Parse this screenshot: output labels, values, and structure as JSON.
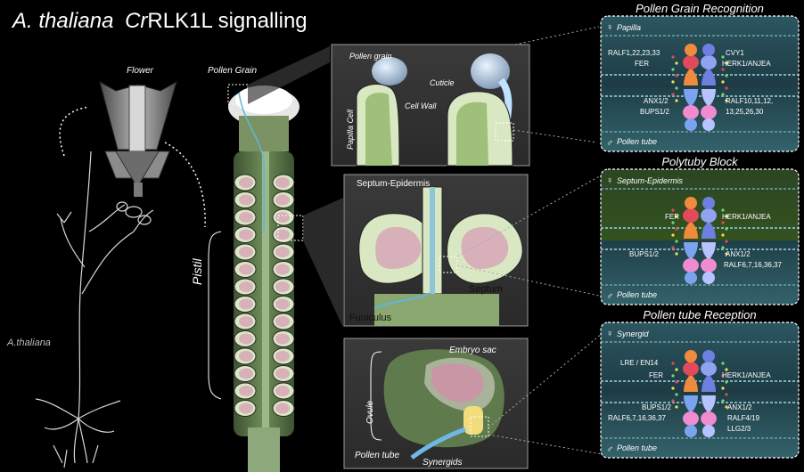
{
  "title": {
    "species": "A. thaliana",
    "prefix": "Cr",
    "suffix": "RLK1L signalling"
  },
  "plant": {
    "flower_label": "Flower",
    "pistil_label": "Pistil",
    "species_label": "A.thaliana",
    "pollen_grain_label": "Pollen Grain"
  },
  "zoom_papilla": {
    "pollen_grain": "Pollen grain",
    "papilla_cell": "Papilla Cell",
    "cuticle": "Cuticle",
    "cell_wall": "Cell Wall"
  },
  "zoom_septum": {
    "septum_epidermis": "Septum-Epidermis",
    "septum": "Septum",
    "funiculus": "Funiculus"
  },
  "zoom_ovule": {
    "ovule": "Ovule",
    "embryo_sac": "Embryo sac",
    "pollen_tube": "Pollen tube",
    "synergids": "Synergids"
  },
  "panels": [
    {
      "title": "Pollen Grain Recognition",
      "top_cell": "Papilla",
      "top_symbol": "♀",
      "labels_top_left": "RALF1,22,23,33",
      "labels_top_left2": "FER",
      "labels_top_right": "CVY1",
      "labels_top_right2": "HERK1/ANJEA",
      "labels_bot_left": "ANX1/2",
      "labels_bot_left2": "BUPS1/2",
      "labels_bot_right": "RALF10,11,12,",
      "labels_bot_right2": "13,25,26,30",
      "bottom_cell": "Pollen tube",
      "bottom_symbol": "♂"
    },
    {
      "title": "Polytuby Block",
      "top_cell": "Septum-Epidermis",
      "top_symbol": "♀",
      "labels_top_left": "FER",
      "labels_top_right": "HERK1/ANJEA",
      "labels_bot_left": "BUPS1/2",
      "labels_bot_right": "ANX1/2",
      "labels_bot_right2": "RALF6,7,16,36,37",
      "bottom_cell": "Pollen tube",
      "bottom_symbol": "♂"
    },
    {
      "title": "Pollen tube Reception",
      "top_cell": "Synergid",
      "top_symbol": "♀",
      "labels_top_left": "LRE / EN14",
      "labels_top_left2": "FER",
      "labels_top_right": "HERK1/ANJEA",
      "labels_bot_left": "BUPS1/2",
      "labels_bot_left2": "RALF6,7,16,36,37",
      "labels_bot_right": "ANX1/2",
      "labels_bot_right2": "RALF4/19",
      "labels_bot_right3": "LLG2/3",
      "bottom_cell": "Pollen tube",
      "bottom_symbol": "♂"
    }
  ],
  "colors": {
    "background": "#000000",
    "pistil_green": "#5f7a4c",
    "ovule_pink": "#d9a7b3",
    "panel_teal": "#2f5c63",
    "panel_green": "#3c5a2a",
    "receptor_orange": "#f08a3c",
    "receptor_blue": "#6d7fe0",
    "receptor_pink": "#f08bd0",
    "receptor_red": "#e04a5a"
  }
}
